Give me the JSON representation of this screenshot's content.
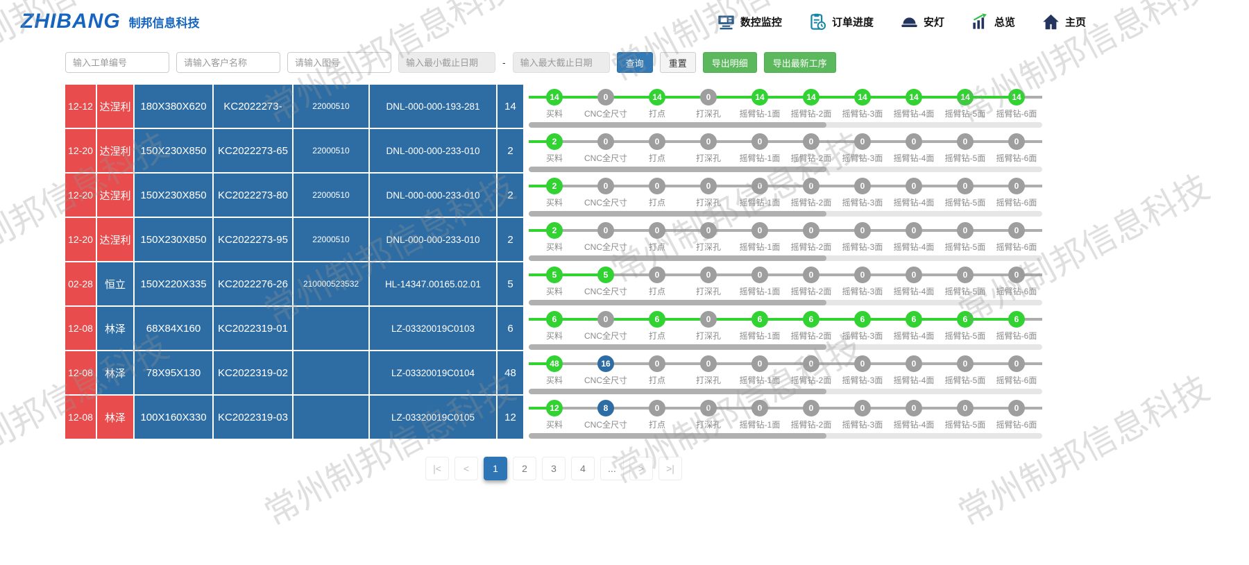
{
  "watermark": "常州制邦信息科技",
  "brand": {
    "logo": "ZHIBANG",
    "company": "制邦信息科技"
  },
  "nav": {
    "items": [
      {
        "label": "数控监控",
        "icon": "cnc-monitor-icon"
      },
      {
        "label": "订单进度",
        "icon": "order-progress-icon"
      },
      {
        "label": "安灯",
        "icon": "andon-icon"
      },
      {
        "label": "总览",
        "icon": "overview-icon"
      },
      {
        "label": "主页",
        "icon": "home-icon"
      }
    ]
  },
  "filters": {
    "work_order_placeholder": "输入工单编号",
    "customer_placeholder": "请输入客户名称",
    "drawing_placeholder": "请输入图号",
    "min_due_date_placeholder": "输入最小截止日期",
    "max_due_date_placeholder": "输入最大截止日期",
    "date_separator": "-",
    "search": "查询",
    "reset": "重置",
    "export_detail": "导出明细",
    "export_latest": "导出最新工序"
  },
  "process_steps": [
    "买料",
    "CNC全尺寸",
    "打点",
    "打深孔",
    "摇臂钻-1面",
    "摇臂钻-2面",
    "摇臂钻-3面",
    "摇臂钻-4面",
    "摇臂钻-5面",
    "摇臂钻-6面"
  ],
  "colors": {
    "cell_blue": "#2e6da4",
    "cell_red": "#e84c4c",
    "step_done": "#32d232",
    "step_pending": "#9e9e9e",
    "step_active": "#2e6da4",
    "search_button": "#337ab7",
    "export_button": "#5cb85c"
  },
  "orders": [
    {
      "due_date": "12-12",
      "customer": "达涅利",
      "customer_cell": "red",
      "size": "180X380X620",
      "work_order": "KC2022273-",
      "material_code": "22000510",
      "drawing_no": "DNL-000-000-193-281",
      "qty": "14",
      "progress": [
        {
          "count": "14",
          "state": "done"
        },
        {
          "count": "0",
          "state": "pending"
        },
        {
          "count": "14",
          "state": "done"
        },
        {
          "count": "0",
          "state": "pending"
        },
        {
          "count": "14",
          "state": "done"
        },
        {
          "count": "14",
          "state": "done"
        },
        {
          "count": "14",
          "state": "done"
        },
        {
          "count": "14",
          "state": "done"
        },
        {
          "count": "14",
          "state": "done"
        },
        {
          "count": "14",
          "state": "done"
        }
      ]
    },
    {
      "due_date": "12-20",
      "customer": "达涅利",
      "customer_cell": "red",
      "size": "150X230X850",
      "work_order": "KC2022273-65",
      "material_code": "22000510",
      "drawing_no": "DNL-000-000-233-010",
      "qty": "2",
      "progress": [
        {
          "count": "2",
          "state": "done"
        },
        {
          "count": "0",
          "state": "pending"
        },
        {
          "count": "0",
          "state": "pending"
        },
        {
          "count": "0",
          "state": "pending"
        },
        {
          "count": "0",
          "state": "pending"
        },
        {
          "count": "0",
          "state": "pending"
        },
        {
          "count": "0",
          "state": "pending"
        },
        {
          "count": "0",
          "state": "pending"
        },
        {
          "count": "0",
          "state": "pending"
        },
        {
          "count": "0",
          "state": "pending"
        }
      ]
    },
    {
      "due_date": "12-20",
      "customer": "达涅利",
      "customer_cell": "red",
      "size": "150X230X850",
      "work_order": "KC2022273-80",
      "material_code": "22000510",
      "drawing_no": "DNL-000-000-233-010",
      "qty": "2",
      "progress": [
        {
          "count": "2",
          "state": "done"
        },
        {
          "count": "0",
          "state": "pending"
        },
        {
          "count": "0",
          "state": "pending"
        },
        {
          "count": "0",
          "state": "pending"
        },
        {
          "count": "0",
          "state": "pending"
        },
        {
          "count": "0",
          "state": "pending"
        },
        {
          "count": "0",
          "state": "pending"
        },
        {
          "count": "0",
          "state": "pending"
        },
        {
          "count": "0",
          "state": "pending"
        },
        {
          "count": "0",
          "state": "pending"
        }
      ]
    },
    {
      "due_date": "12-20",
      "customer": "达涅利",
      "customer_cell": "red",
      "size": "150X230X850",
      "work_order": "KC2022273-95",
      "material_code": "22000510",
      "drawing_no": "DNL-000-000-233-010",
      "qty": "2",
      "progress": [
        {
          "count": "2",
          "state": "done"
        },
        {
          "count": "0",
          "state": "pending"
        },
        {
          "count": "0",
          "state": "pending"
        },
        {
          "count": "0",
          "state": "pending"
        },
        {
          "count": "0",
          "state": "pending"
        },
        {
          "count": "0",
          "state": "pending"
        },
        {
          "count": "0",
          "state": "pending"
        },
        {
          "count": "0",
          "state": "pending"
        },
        {
          "count": "0",
          "state": "pending"
        },
        {
          "count": "0",
          "state": "pending"
        }
      ]
    },
    {
      "due_date": "02-28",
      "customer": "恒立",
      "customer_cell": "blue",
      "size": "150X220X335",
      "work_order": "KC2022276-26",
      "material_code": "210000523532",
      "drawing_no": "HL-14347.00165.02.01",
      "qty": "5",
      "progress": [
        {
          "count": "5",
          "state": "done"
        },
        {
          "count": "5",
          "state": "done"
        },
        {
          "count": "0",
          "state": "pending"
        },
        {
          "count": "0",
          "state": "pending"
        },
        {
          "count": "0",
          "state": "pending"
        },
        {
          "count": "0",
          "state": "pending"
        },
        {
          "count": "0",
          "state": "pending"
        },
        {
          "count": "0",
          "state": "pending"
        },
        {
          "count": "0",
          "state": "pending"
        },
        {
          "count": "0",
          "state": "pending"
        }
      ]
    },
    {
      "due_date": "12-08",
      "customer": "林泽",
      "customer_cell": "blue",
      "size": "68X84X160",
      "work_order": "KC2022319-01",
      "material_code": "",
      "drawing_no": "LZ-03320019C0103",
      "qty": "6",
      "progress": [
        {
          "count": "6",
          "state": "done"
        },
        {
          "count": "0",
          "state": "pending"
        },
        {
          "count": "6",
          "state": "done"
        },
        {
          "count": "0",
          "state": "pending"
        },
        {
          "count": "6",
          "state": "done"
        },
        {
          "count": "6",
          "state": "done"
        },
        {
          "count": "6",
          "state": "done"
        },
        {
          "count": "6",
          "state": "done"
        },
        {
          "count": "6",
          "state": "done"
        },
        {
          "count": "6",
          "state": "done"
        }
      ]
    },
    {
      "due_date": "12-08",
      "customer": "林泽",
      "customer_cell": "blue",
      "size": "78X95X130",
      "work_order": "KC2022319-02",
      "material_code": "",
      "drawing_no": "LZ-03320019C0104",
      "qty": "48",
      "progress": [
        {
          "count": "48",
          "state": "done"
        },
        {
          "count": "16",
          "state": "active"
        },
        {
          "count": "0",
          "state": "pending"
        },
        {
          "count": "0",
          "state": "pending"
        },
        {
          "count": "0",
          "state": "pending"
        },
        {
          "count": "0",
          "state": "pending"
        },
        {
          "count": "0",
          "state": "pending"
        },
        {
          "count": "0",
          "state": "pending"
        },
        {
          "count": "0",
          "state": "pending"
        },
        {
          "count": "0",
          "state": "pending"
        }
      ]
    },
    {
      "due_date": "12-08",
      "customer": "林泽",
      "customer_cell": "red",
      "size": "100X160X330",
      "work_order": "KC2022319-03",
      "material_code": "",
      "drawing_no": "LZ-03320019C0105",
      "qty": "12",
      "progress": [
        {
          "count": "12",
          "state": "done"
        },
        {
          "count": "8",
          "state": "active"
        },
        {
          "count": "0",
          "state": "pending"
        },
        {
          "count": "0",
          "state": "pending"
        },
        {
          "count": "0",
          "state": "pending"
        },
        {
          "count": "0",
          "state": "pending"
        },
        {
          "count": "0",
          "state": "pending"
        },
        {
          "count": "0",
          "state": "pending"
        },
        {
          "count": "0",
          "state": "pending"
        },
        {
          "count": "0",
          "state": "pending"
        }
      ]
    }
  ],
  "pagination": {
    "first": "|<",
    "prev": "<",
    "pages": [
      "1",
      "2",
      "3",
      "4"
    ],
    "active_page": "1",
    "ellipsis": "...",
    "next": ">",
    "last": ">|"
  }
}
